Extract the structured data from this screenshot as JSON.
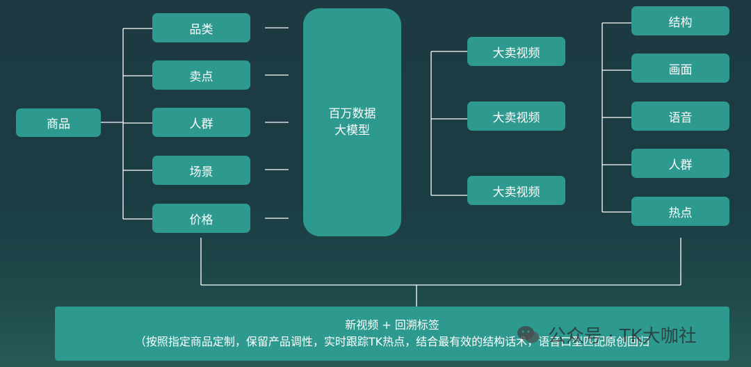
{
  "root": "商品",
  "inputs": [
    "品类",
    "卖点",
    "人群",
    "场景",
    "价格"
  ],
  "hub": [
    "百万数据",
    "大模型"
  ],
  "outputs": [
    "大卖视频",
    "大卖视频",
    "大卖视频"
  ],
  "features": [
    "结构",
    "画面",
    "语音",
    "人群",
    "热点"
  ],
  "result": {
    "title": "新视频 + 回溯标签",
    "subtitle": "（按照指定商品定制，保留产品调性，实时跟踪TK热点，结合最有效的结构话术，语音口型匹配原创回归"
  },
  "watermark": "公众号 · TK大咖社",
  "colors": {
    "box": "#2e9a8f",
    "line": "#ffffff",
    "background": "#1d3a42"
  }
}
